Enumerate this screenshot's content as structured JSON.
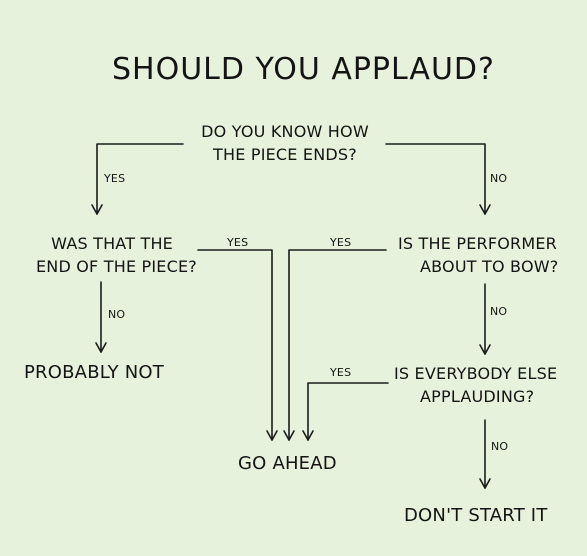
{
  "title": "SHOULD YOU APPLAUD?",
  "nodes": {
    "start": [
      "DO YOU KNOW HOW",
      "THE PIECE ENDS?"
    ],
    "end_of_piece": [
      "WAS THAT THE",
      "END OF THE PIECE?"
    ],
    "about_to_bow": [
      "IS THE PERFORMER",
      "ABOUT TO BOW?"
    ],
    "everybody_applauding": [
      "IS EVERYBODY ELSE",
      "APPLAUDING?"
    ],
    "probably_not": "PROBABLY NOT",
    "go_ahead": "GO AHEAD",
    "dont_start": "DON'T START IT"
  },
  "edges": {
    "start_yes": "YES",
    "start_no": "NO",
    "end_no": "NO",
    "end_yes": "YES",
    "bow_yes": "YES",
    "bow_no": "NO",
    "applauding_yes": "YES",
    "applauding_no": "NO"
  }
}
